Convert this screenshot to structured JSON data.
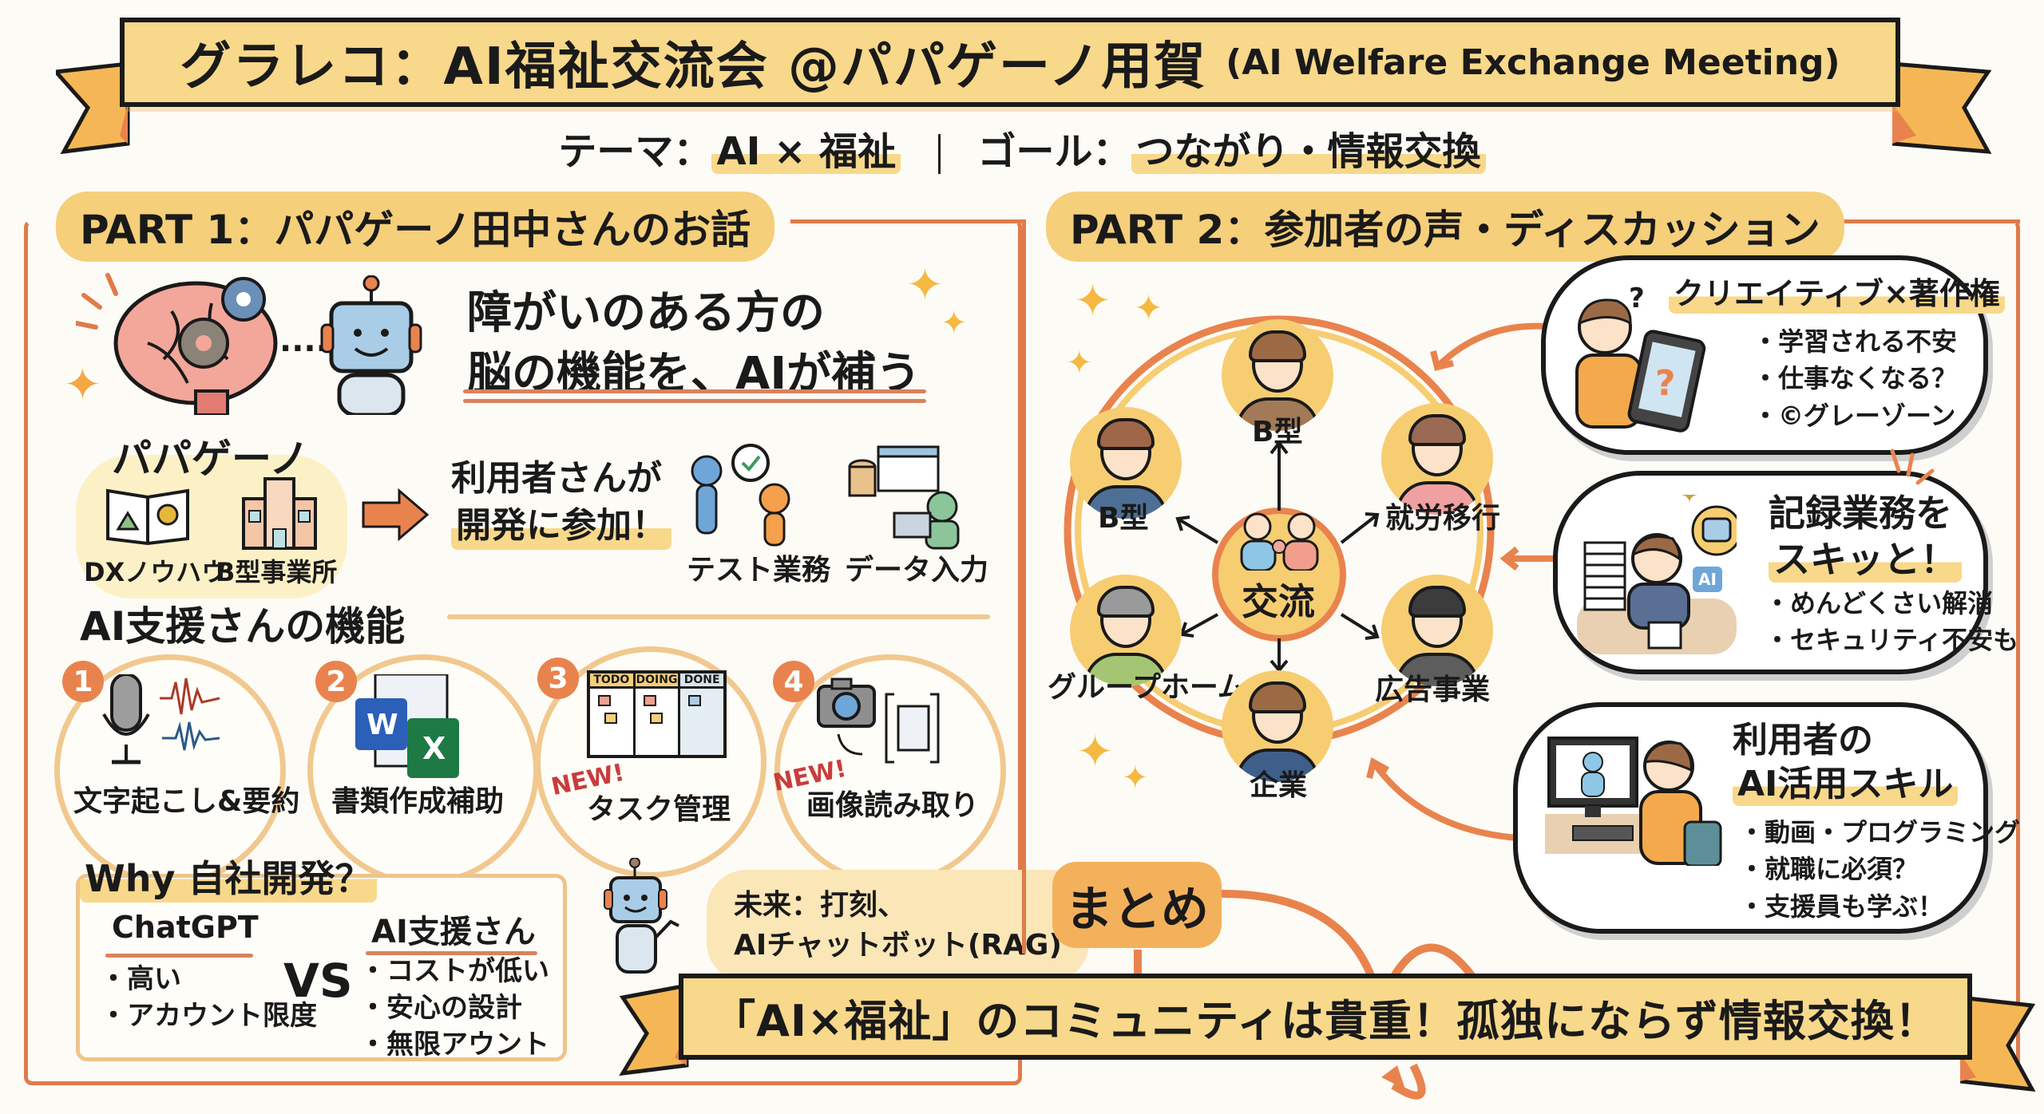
{
  "header": {
    "title_jp": "グラレコ：AI福祉交流会 @パパゲーノ用賀",
    "title_en": "(AI Welfare Exchange Meeting)",
    "theme_label": "テーマ：",
    "theme_value": "AI × 福祉",
    "goal_label": "ゴール：",
    "goal_value": "つながり・情報交換"
  },
  "part1": {
    "title": "PART 1：パパゲーノ田中さんのお話",
    "headline_line1": "障がいのある方の",
    "headline_line2": "脳の機能を、AIが補う",
    "papageno": {
      "title": "パパゲーノ",
      "items": [
        "DXノウハウ",
        "B型事業所"
      ]
    },
    "participation_line1": "利用者さんが",
    "participation_line2": "開発に参加！",
    "tasks": [
      "テスト業務",
      "データ入力"
    ],
    "features_heading": "AI支援さんの機能",
    "features": [
      {
        "num": "1",
        "label": "文字起こし&要約",
        "is_new": false
      },
      {
        "num": "2",
        "label": "書類作成補助",
        "is_new": false
      },
      {
        "num": "3",
        "label": "タスク管理",
        "is_new": true
      },
      {
        "num": "4",
        "label": "画像読み取り",
        "is_new": true
      }
    ],
    "new_badge": "NEW!",
    "kanban_columns": [
      "TODO",
      "DOING",
      "DONE"
    ],
    "why": {
      "heading": "Why 自社開発？",
      "left_title": "ChatGPT",
      "left_items": [
        "・高い",
        "・アカウント限度"
      ],
      "vs": "VS",
      "right_title": "AI支援さん",
      "right_items": [
        "・コストが低い",
        "・安心の設計",
        "・無限アウント"
      ]
    },
    "future_line1": "未来：打刻、",
    "future_line2": "AIチャットボット(RAG)"
  },
  "part2": {
    "title": "PART 2：参加者の声・ディスカッション",
    "center": "交流",
    "nodes": [
      "B型",
      "B型",
      "就労移行",
      "グループホーム",
      "広告事業",
      "企業"
    ],
    "voices": [
      {
        "title": "クリエイティブ×著作権",
        "items": [
          "・学習される不安",
          "・仕事なくなる？",
          "・©グレーゾーン"
        ]
      },
      {
        "title_line1": "記録業務を",
        "title_line2": "スキッと！",
        "items": [
          "・めんどくさい解消",
          "・セキュリティ不安も"
        ]
      },
      {
        "title_line1": "利用者の",
        "title_line2": "AI活用スキル",
        "items": [
          "・動画・プログラミング",
          "・就職に必須？",
          "・支援員も学ぶ！"
        ]
      }
    ],
    "ai_badge": "AI"
  },
  "summary": {
    "label": "まとめ",
    "message": "「AI×福祉」のコミュニティは貴重！孤独にならず情報交換！"
  },
  "colors": {
    "accent_orange": "#e07b4a",
    "ribbon_yellow": "#f8d88a",
    "node_yellow": "#f7cd72",
    "new_red": "#c83d3d"
  }
}
